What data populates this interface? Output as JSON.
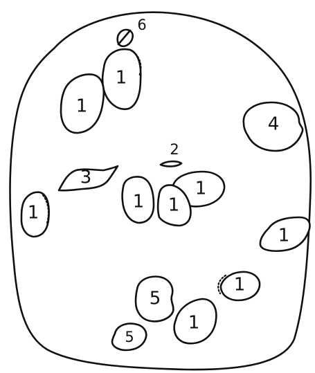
{
  "cells": [
    {
      "id": "cell-small-top",
      "label": "6"
    },
    {
      "id": "cell-top-right",
      "label": "1"
    },
    {
      "id": "cell-top-left",
      "label": "1"
    },
    {
      "id": "cell-4",
      "label": "4"
    },
    {
      "id": "cell-2",
      "label": "2"
    },
    {
      "id": "cell-3",
      "label": "3"
    },
    {
      "id": "cell-left",
      "label": "1"
    },
    {
      "id": "cell-center-a",
      "label": "1"
    },
    {
      "id": "cell-center-b",
      "label": "1"
    },
    {
      "id": "cell-center-c",
      "label": "1"
    },
    {
      "id": "cell-right-mid",
      "label": "1"
    },
    {
      "id": "cell-right-lower",
      "label": "1"
    },
    {
      "id": "cell-5-upper",
      "label": "5"
    },
    {
      "id": "cell-bottom",
      "label": "1"
    },
    {
      "id": "cell-5-lower",
      "label": "5"
    }
  ],
  "colors": {
    "line": "#111111",
    "background": "#ffffff"
  }
}
